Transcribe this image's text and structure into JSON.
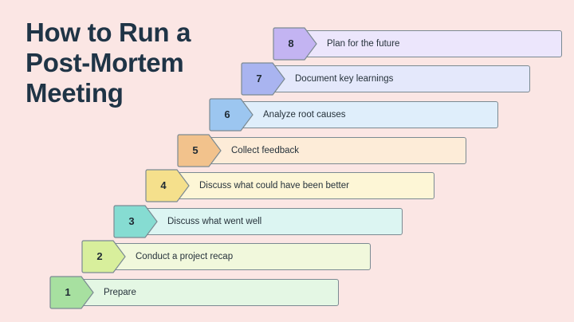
{
  "title_lines": [
    "How to Run a",
    "Post-Mortem",
    "Meeting"
  ],
  "steps": [
    {
      "number": "1",
      "label": "Prepare",
      "badge_color": "#a7e0a0",
      "bar_color": "#e4f7e4"
    },
    {
      "number": "2",
      "label": "Conduct a project recap",
      "badge_color": "#d8ef9c",
      "bar_color": "#f1f8dc"
    },
    {
      "number": "3",
      "label": "Discuss what went well",
      "badge_color": "#86dcd2",
      "bar_color": "#dcf5f2"
    },
    {
      "number": "4",
      "label": "Discuss what could have been better",
      "badge_color": "#f5e08c",
      "bar_color": "#fdf6d6"
    },
    {
      "number": "5",
      "label": "Collect feedback",
      "badge_color": "#f2c28c",
      "bar_color": "#fdecd8"
    },
    {
      "number": "6",
      "label": "Analyze root causes",
      "badge_color": "#9cc6f0",
      "bar_color": "#dfeefb"
    },
    {
      "number": "7",
      "label": "Document key learnings",
      "badge_color": "#a9b4f0",
      "bar_color": "#e4e8fb"
    },
    {
      "number": "8",
      "label": "Plan for the future",
      "badge_color": "#c3b4f2",
      "bar_color": "#ece6fc"
    }
  ]
}
